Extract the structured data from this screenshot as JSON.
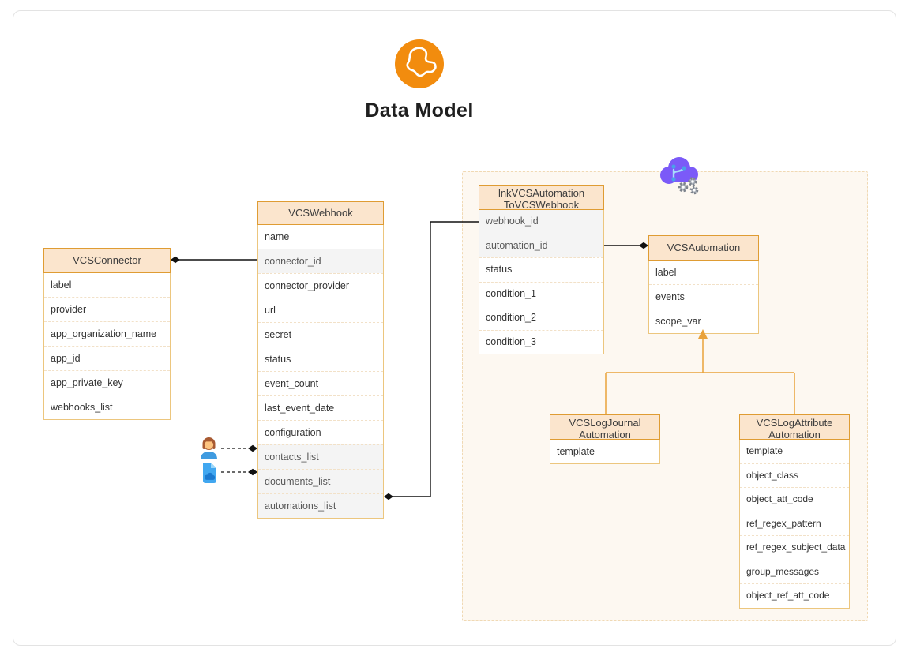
{
  "header": {
    "title": "Data Model",
    "logo_icon": "gecko-icon"
  },
  "colors": {
    "logo_orange": "#f28c0e",
    "entity_header_fill": "#fbe5cd",
    "entity_header_border": "#df9c33",
    "entity_body_border": "#ecc67e",
    "highlight_row_fill": "#f4f4f4",
    "relation_line_black": "#111111",
    "inheritance_line_orange": "#e9a23b",
    "group_fill": "#fdf8f1",
    "group_border": "#f0d9b4",
    "cloud_purple": "#7b5af8",
    "person_shirt_blue": "#3f9be0",
    "document_blue": "#41a7f0"
  },
  "entities": {
    "vcs_connector": {
      "title": "VCSConnector",
      "fields": [
        "label",
        "provider",
        "app_organization_name",
        "app_id",
        "app_private_key",
        "webhooks_list"
      ]
    },
    "vcs_webhook": {
      "title": "VCSWebhook",
      "fields": [
        "name",
        "connector_id",
        "connector_provider",
        "url",
        "secret",
        "status",
        "event_count",
        "last_event_date",
        "configuration",
        "contacts_list",
        "documents_list",
        "automations_list"
      ]
    },
    "lnk_vcs_automation_to_vcs_webhook": {
      "title_line1": "lnkVCSAutomation",
      "title_line2": "ToVCSWebhook",
      "fields": [
        "webhook_id",
        "automation_id",
        "status",
        "condition_1",
        "condition_2",
        "condition_3"
      ]
    },
    "vcs_automation": {
      "title": "VCSAutomation",
      "fields": [
        "label",
        "events",
        "scope_var"
      ]
    },
    "vcs_log_journal_automation": {
      "title_line1": "VCSLogJournal",
      "title_line2": "Automation",
      "fields": [
        "template"
      ]
    },
    "vcs_log_attribute_automation": {
      "title_line1": "VCSLogAttribute",
      "title_line2": "Automation",
      "fields": [
        "template",
        "object_class",
        "object_att_code",
        "ref_regex_pattern",
        "ref_regex_subject_data",
        "group_messages",
        "object_ref_att_code"
      ]
    }
  },
  "icons": {
    "cloud_automation": "cloud-automation-gears-icon",
    "person": "person-icon",
    "document": "document-icon"
  }
}
